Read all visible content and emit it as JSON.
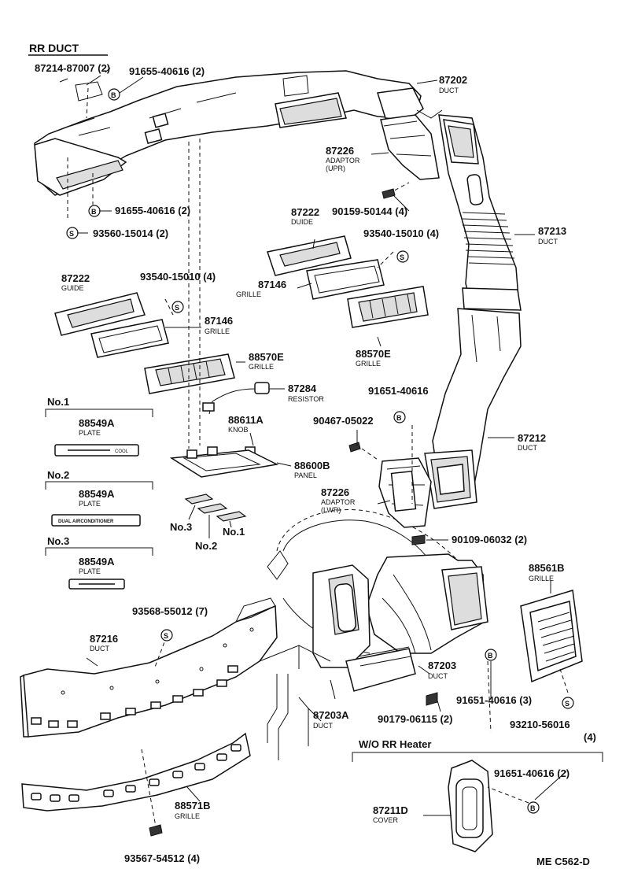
{
  "title": "RR  DUCT",
  "drawing_code": "ME  C562-D",
  "parts": {
    "p87214": {
      "num": "87214-87007 (2)"
    },
    "p91655a": {
      "num": "91655-40616 (2)"
    },
    "p87202": {
      "num": "87202",
      "desc": "DUCT"
    },
    "p87226u": {
      "num": "87226",
      "desc": "ADAPTOR",
      "desc2": "(UPR)"
    },
    "p90159": {
      "num": "90159-50144 (4)"
    },
    "p91655b": {
      "num": "91655-40616 (2)"
    },
    "p93560": {
      "num": "93560-15014 (2)"
    },
    "p87222a": {
      "num": "87222",
      "desc": "DUIDE"
    },
    "p93540a": {
      "num": "93540-15010 (4)"
    },
    "p87213": {
      "num": "87213",
      "desc": "DUCT"
    },
    "p87146a": {
      "num": "87146",
      "desc": "GRILLE"
    },
    "p87222b": {
      "num": "87222",
      "desc": "GUIDE"
    },
    "p93540b": {
      "num": "93540-15010 (4)"
    },
    "p87146b": {
      "num": "87146",
      "desc": "GRILLE"
    },
    "p88570a": {
      "num": "88570E",
      "desc": "GRILLE"
    },
    "p88570b": {
      "num": "88570E",
      "desc": "GRILLE"
    },
    "p87284": {
      "num": "87284",
      "desc": "RESISTOR"
    },
    "p91651a": {
      "num": "91651-40616"
    },
    "p88611": {
      "num": "88611A",
      "desc": "KNOB"
    },
    "p90467": {
      "num": "90467-05022"
    },
    "p88600": {
      "num": "88600B",
      "desc": "PANEL"
    },
    "p87212": {
      "num": "87212",
      "desc": "DUCT"
    },
    "p87226l": {
      "num": "87226",
      "desc": "ADAPTOR",
      "desc2": "(LWR)"
    },
    "p90109": {
      "num": "90109-06032 (2)"
    },
    "p88561": {
      "num": "88561B",
      "desc": "GRILLE"
    },
    "p93568": {
      "num": "93568-55012 (7)"
    },
    "p87216": {
      "num": "87216",
      "desc": "DUCT"
    },
    "p87203": {
      "num": "87203",
      "desc": "DUCT"
    },
    "p91651b": {
      "num": "91651-40616 (3)"
    },
    "p87203a": {
      "num": "87203A",
      "desc": "DUCT"
    },
    "p90179": {
      "num": "90179-06115 (2)"
    },
    "p93210": {
      "num": "93210-56016",
      "qty": "(4)"
    },
    "p91651c": {
      "num": "91651-40616 (2)"
    },
    "p88571": {
      "num": "88571B",
      "desc": "GRILLE"
    },
    "p87211": {
      "num": "87211D",
      "desc": "COVER"
    },
    "p93567": {
      "num": "93567-54512 (4)"
    }
  },
  "plates": [
    {
      "group": "No.1",
      "num": "88549A",
      "desc": "PLATE",
      "text": "COOL"
    },
    {
      "group": "No.2",
      "num": "88549A",
      "desc": "PLATE",
      "text": "DUAL AIRCONDITIONER"
    },
    {
      "group": "No.3",
      "num": "88549A",
      "desc": "PLATE",
      "text": ""
    }
  ],
  "plate_callouts": {
    "no1": "No.1",
    "no2": "No.2",
    "no3": "No.3"
  },
  "wo_header": "W/O RR Heater",
  "symbols": {
    "bolt": "B",
    "screw": "S"
  }
}
